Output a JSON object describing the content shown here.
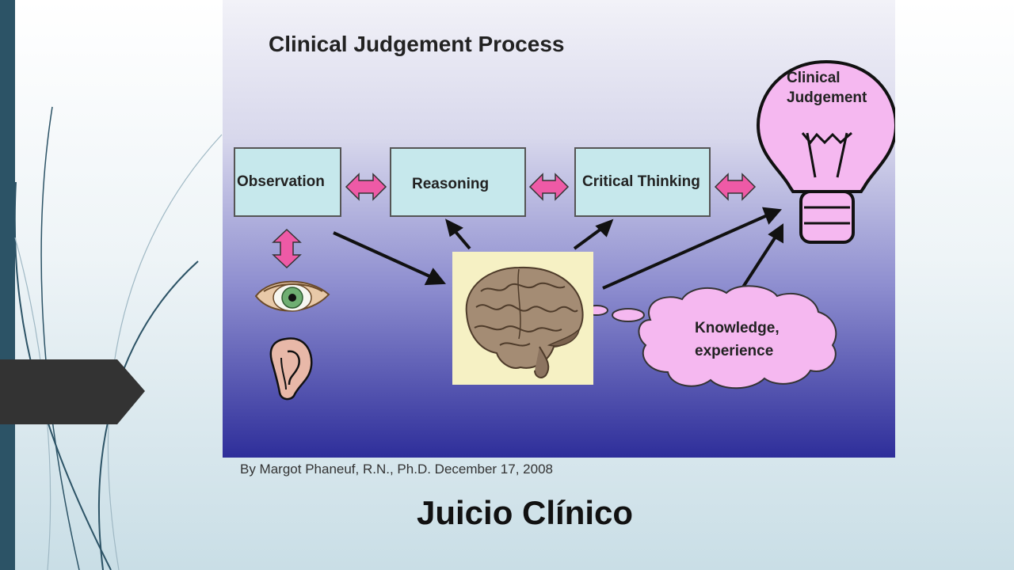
{
  "slide": {
    "title": "Juicio Clínico",
    "caption": "By Margot Phaneuf, R.N., Ph.D. December 17, 2008"
  },
  "diagram": {
    "title": "Clinical Judgement Process",
    "boxes": [
      "Observation",
      "Reasoning",
      "Critical Thinking"
    ],
    "bulb_label_line1": "Clinical",
    "bulb_label_line2": "Judgement",
    "cloud_label_line1": "Knowledge,",
    "cloud_label_line2": "experience",
    "icons": [
      "eye-icon",
      "ear-icon",
      "brain-icon",
      "lightbulb-icon",
      "thought-cloud-icon"
    ]
  },
  "colors": {
    "stripe": "#2c5366",
    "box_fill": "#c6e8ec",
    "pink": "#f5b8f0",
    "arrow_pink": "#ee5aa6"
  }
}
